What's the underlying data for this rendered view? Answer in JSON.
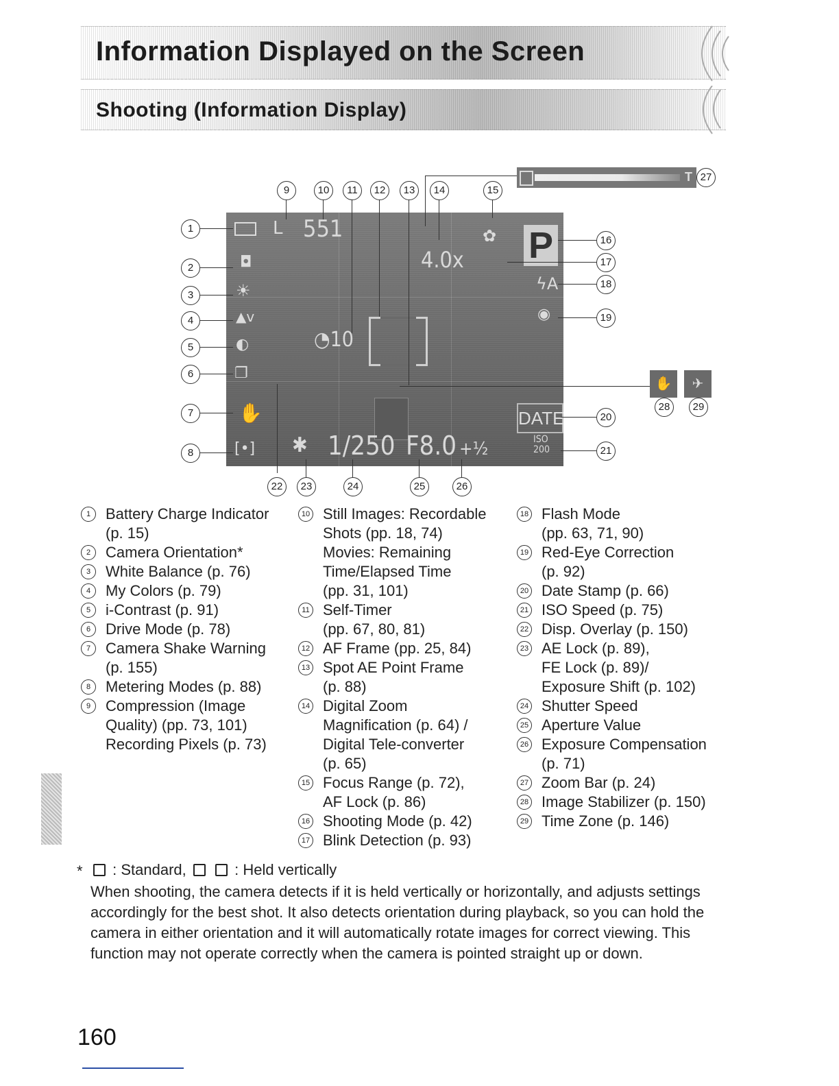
{
  "headings": {
    "main": "Information Displayed on the Screen",
    "sub": "Shooting (Information Display)"
  },
  "screen": {
    "images_remaining": "551",
    "quality": "L",
    "zoom": "4.0x",
    "mode": "P",
    "self_timer": "10",
    "shutter": "1/250",
    "aperture": "F8.0",
    "exposure": "+½",
    "date": "DATE",
    "iso": "ISO\n200"
  },
  "legend": {
    "col1": [
      {
        "num": "1",
        "lines": [
          "Battery Charge Indicator",
          "(p. 15)"
        ]
      },
      {
        "num": "2",
        "lines": [
          "Camera Orientation*"
        ]
      },
      {
        "num": "3",
        "lines": [
          "White Balance (p. 76)"
        ]
      },
      {
        "num": "4",
        "lines": [
          "My Colors (p. 79)"
        ]
      },
      {
        "num": "5",
        "lines": [
          "i-Contrast (p. 91)"
        ]
      },
      {
        "num": "6",
        "lines": [
          "Drive Mode (p. 78)"
        ]
      },
      {
        "num": "7",
        "lines": [
          "Camera Shake Warning",
          "(p. 155)"
        ]
      },
      {
        "num": "8",
        "lines": [
          "Metering Modes (p. 88)"
        ]
      },
      {
        "num": "9",
        "lines": [
          "Compression (Image",
          "Quality) (pp. 73, 101)",
          "Recording Pixels (p. 73)"
        ]
      }
    ],
    "col2": [
      {
        "num": "10",
        "lines": [
          "Still Images: Recordable",
          "Shots (pp. 18, 74)",
          "Movies: Remaining",
          "Time/Elapsed Time",
          "(pp. 31, 101)"
        ]
      },
      {
        "num": "11",
        "lines": [
          "Self-Timer",
          "(pp. 67, 80, 81)"
        ]
      },
      {
        "num": "12",
        "lines": [
          "AF Frame (pp. 25, 84)"
        ]
      },
      {
        "num": "13",
        "lines": [
          "Spot AE Point Frame",
          "(p. 88)"
        ]
      },
      {
        "num": "14",
        "lines": [
          "Digital Zoom",
          "Magnification (p. 64) /",
          "Digital Tele-converter",
          "(p. 65)"
        ]
      },
      {
        "num": "15",
        "lines": [
          "Focus Range (p. 72),",
          "AF Lock (p. 86)"
        ]
      },
      {
        "num": "16",
        "lines": [
          "Shooting Mode (p. 42)"
        ]
      },
      {
        "num": "17",
        "lines": [
          "Blink Detection (p. 93)"
        ]
      }
    ],
    "col3": [
      {
        "num": "18",
        "lines": [
          "Flash Mode",
          "(pp. 63, 71, 90)"
        ]
      },
      {
        "num": "19",
        "lines": [
          "Red-Eye Correction",
          "(p. 92)"
        ]
      },
      {
        "num": "20",
        "lines": [
          "Date Stamp (p. 66)"
        ]
      },
      {
        "num": "21",
        "lines": [
          "ISO Speed (p. 75)"
        ]
      },
      {
        "num": "22",
        "lines": [
          "Disp. Overlay (p. 150)"
        ]
      },
      {
        "num": "23",
        "lines": [
          "AE Lock (p. 89),",
          "FE Lock (p. 89)/",
          "Exposure Shift (p. 102)"
        ]
      },
      {
        "num": "24",
        "lines": [
          "Shutter Speed"
        ]
      },
      {
        "num": "25",
        "lines": [
          "Aperture Value"
        ]
      },
      {
        "num": "26",
        "lines": [
          "Exposure Compensation",
          "(p. 71)"
        ]
      },
      {
        "num": "27",
        "lines": [
          "Zoom Bar (p. 24)"
        ]
      },
      {
        "num": "28",
        "lines": [
          "Image Stabilizer (p. 150)"
        ]
      },
      {
        "num": "29",
        "lines": [
          "Time Zone (p. 146)"
        ]
      }
    ]
  },
  "footnote": {
    "star": "*",
    "standard_label": ": Standard,",
    "held_label": ": Held vertically",
    "body": "When shooting, the camera detects if it is held vertically or horizontally, and adjusts settings accordingly for the best shot. It also detects orientation during playback, so you can hold the camera in either orientation and it will automatically rotate images for correct viewing. This function may not operate correctly when the camera is pointed straight up or down."
  },
  "page_number": "160"
}
